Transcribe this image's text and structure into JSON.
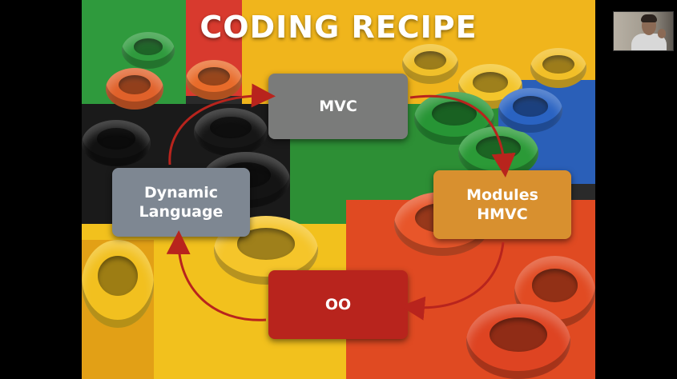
{
  "slide": {
    "title": "CODING RECIPE",
    "nodes": {
      "mvc": "MVC",
      "modules": "Modules\nHMVC",
      "oo": "OO",
      "dynamic": "Dynamic\nLanguage"
    }
  },
  "colors": {
    "mvc_box": "#7a7b7a",
    "modules_box": "#d8902f",
    "oo_box": "#b8241d",
    "dynamic_box": "#7e8792",
    "arrow": "#b8241d"
  },
  "icons": {
    "webcam": "presenter-webcam-thumbnail"
  }
}
